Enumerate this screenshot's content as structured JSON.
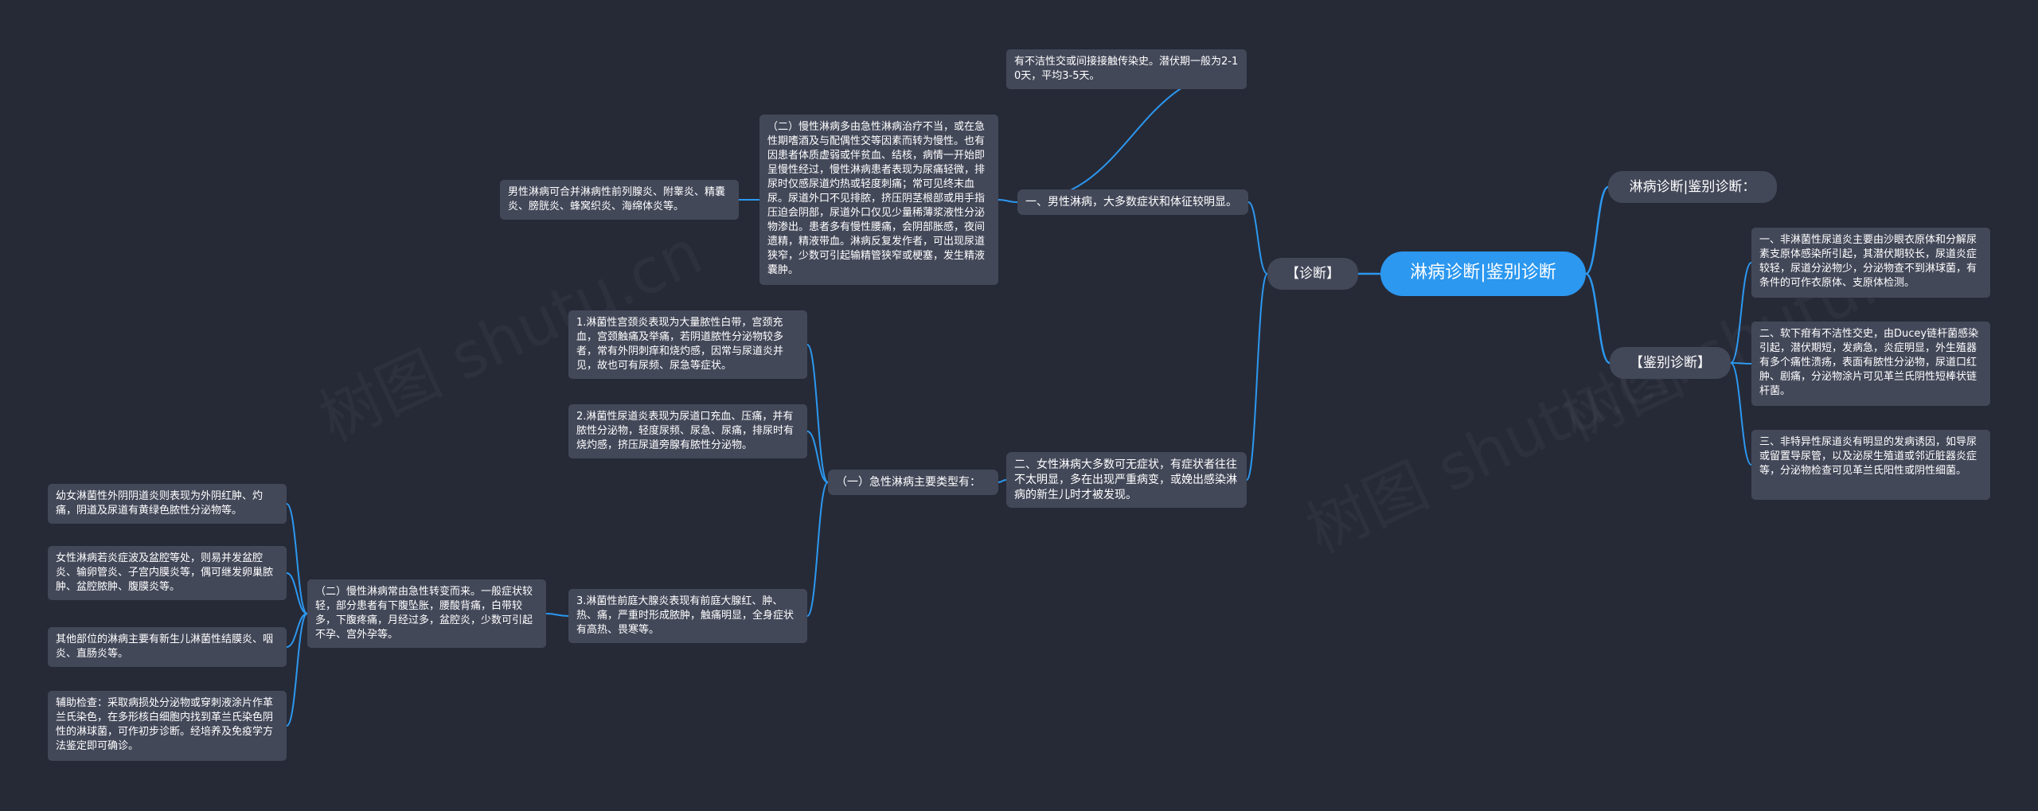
{
  "root": "淋病诊断|鉴别诊断",
  "l1": {
    "heading": "淋病诊断|鉴别诊断：",
    "diagnosis": "【诊断】",
    "differential": "【鉴别诊断】"
  },
  "diagnosis": {
    "male_title": "一、男性淋病，大多数症状和体征较明显。",
    "male_incubation": "有不洁性交或间接接触传染史。潜伏期一般为2-10天，平均3-5天。",
    "male_chronic": "（二）慢性淋病多由急性淋病治疗不当，或在急性期嗜酒及与配偶性交等因素而转为慢性。也有因患者体质虚弱或伴贫血、结核，病情一开始即呈慢性经过，慢性淋病患者表现为尿痛轻微，排尿时仅感尿道灼热或轻度刺痛；常可见终末血尿。尿道外口不见排脓，挤压阴茎根部或用手指压迫会阴部，尿道外口仅见少量稀薄浆液性分泌物渗出。患者多有慢性腰痛，会阴部胀感，夜间遗精，精液带血。淋病反复发作者，可出现尿道狭窄，少数可引起输精管狭窄或梗塞，发生精液囊肿。",
    "male_complication": "男性淋病可合并淋病性前列腺炎、附睾炎、精囊炎、膀胱炎、蜂窝织炎、海绵体炎等。",
    "female_title": "二、女性淋病大多数可无症状，有症状者往往不太明显，多在出现严重病变，或娩出感染淋病的新生儿时才被发现。",
    "female_acute_title": "（一）急性淋病主要类型有：",
    "female_acute_items": [
      "1.淋菌性宫颈炎表现为大量脓性白带，宫颈充血，宫颈触痛及举痛，若阴道脓性分泌物较多者，常有外阴刺痒和烧灼感，因常与尿道炎并见，故也可有尿频、尿急等症状。",
      "2.淋菌性尿道炎表现为尿道口充血、压痛，并有脓性分泌物，轻度尿频、尿急、尿痛，排尿时有烧灼感，挤压尿道旁腺有脓性分泌物。",
      "3.淋菌性前庭大腺炎表现有前庭大腺红、肿、热、痛，严重时形成脓肿，触痛明显，全身症状有高热、畏寒等。"
    ],
    "female_chronic": "（二）慢性淋病常由急性转变而来。一般症状较轻，部分患者有下腹坠胀，腰酸背痛，白带较多，下腹疼痛，月经过多，盆腔炎，少数可引起不孕、宫外孕等。",
    "female_chronic_items": [
      "幼女淋菌性外阴阴道炎则表现为外阴红肿、灼痛，阴道及尿道有黄绿色脓性分泌物等。",
      "女性淋病若炎症波及盆腔等处，则易并发盆腔炎、输卵管炎、子宫内膜炎等，偶可继发卵巢脓肿、盆腔脓肿、腹膜炎等。",
      "其他部位的淋病主要有新生儿淋菌性结膜炎、咽炎、直肠炎等。",
      "辅助检查：采取病损处分泌物或穿刺液涂片作革兰氏染色，在多形核白细胞内找到革兰氏染色阴性的淋球菌，可作初步诊断。经培养及免疫学方法鉴定即可确诊。"
    ]
  },
  "differential": {
    "items": [
      "一、非淋菌性尿道炎主要由沙眼衣原体和分解尿素支原体感染所引起，其潜伏期较长，尿道炎症较轻，尿道分泌物少，分泌物查不到淋球菌，有条件的可作衣原体、支原体检测。",
      "二、软下疳有不洁性交史，由Ducey链杆菌感染引起，潜伏期短，发病急，炎症明显，外生殖器有多个痛性溃疡，表面有脓性分泌物，尿道口红肿、剧痛，分泌物涂片可见革兰氏阴性短棒状链杆菌。",
      "三、非特异性尿道炎有明显的发病诱因，如导尿或留置导尿管，以及泌尿生殖道或邻近脏器炎症等，分泌物检查可见革兰氏阳性或阴性细菌。"
    ]
  },
  "watermark": "树图 shutu.cn",
  "colors": {
    "background": "#262a37",
    "node": "#434859",
    "root": "#2c98f0",
    "link": "#2c98f0"
  }
}
